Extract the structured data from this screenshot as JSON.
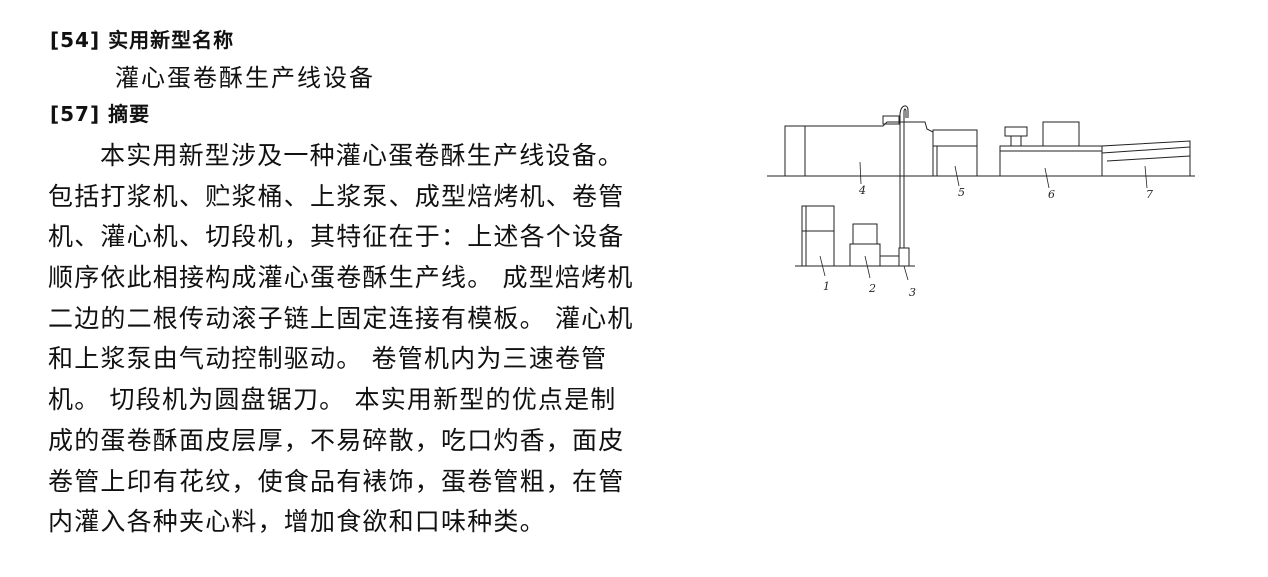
{
  "section_name_heading": "[54] 实用新型名称",
  "utility_model_name": "灌心蛋卷酥生产线设备",
  "section_abstract_heading": "[57] 摘要",
  "abstract_lines": [
    "本实用新型涉及一种灌心蛋卷酥生产线设备。",
    "包括打浆机、贮浆桶、上浆泵、成型焙烤机、卷管",
    "机、灌心机、切段机，其特征在于：上述各个设备",
    "顺序依此相接构成灌心蛋卷酥生产线。 成型焙烤机",
    "二边的二根传动滚子链上固定连接有模板。 灌心机",
    "和上浆泵由气动控制驱动。 卷管机内为三速卷管",
    "机。 切段机为圆盘锯刀。 本实用新型的优点是制",
    "成的蛋卷酥面皮层厚，不易碎散，吃口灼香，面皮",
    "卷管上印有花纹，使食品有裱饰，蛋卷管粗，在管",
    "内灌入各种夹心料，增加食欲和口味种类。"
  ],
  "figure_labels": [
    "1",
    "2",
    "3",
    "4",
    "5",
    "6",
    "7"
  ]
}
